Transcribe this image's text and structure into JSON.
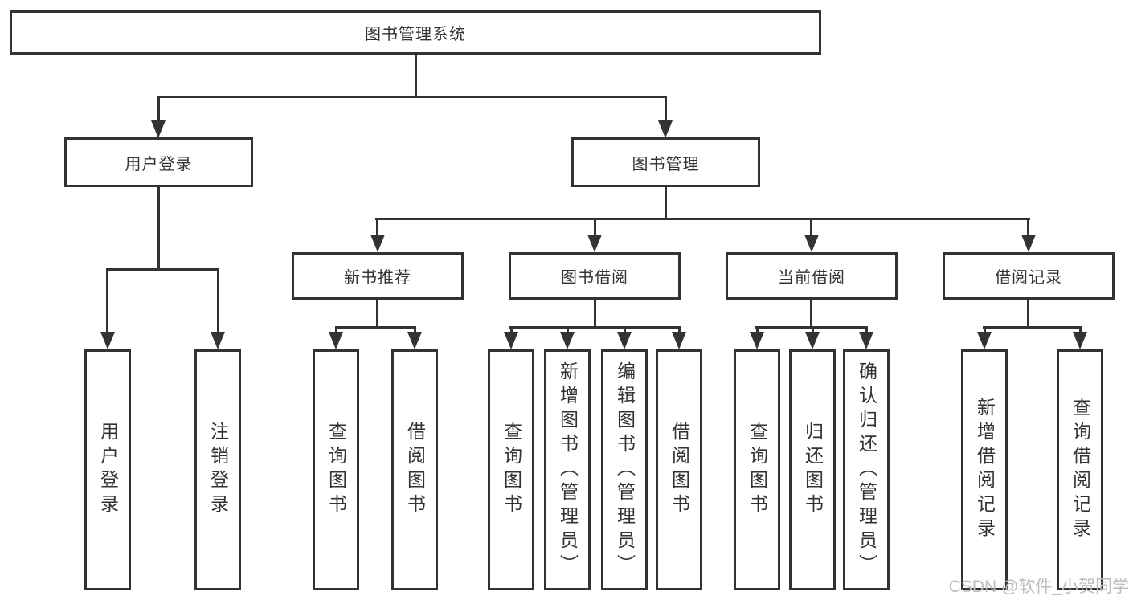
{
  "tree": {
    "root": {
      "label": "图书管理系统"
    },
    "branches": [
      {
        "label": "用户登录",
        "leaves": [
          {
            "label": "用户登录"
          },
          {
            "label": "注销登录"
          }
        ]
      },
      {
        "label": "图书管理",
        "groups": [
          {
            "label": "新书推荐",
            "leaves": [
              {
                "label": "查询图书"
              },
              {
                "label": "借阅图书"
              }
            ]
          },
          {
            "label": "图书借阅",
            "leaves": [
              {
                "label": "查询图书"
              },
              {
                "label": "新增图书（管理员）"
              },
              {
                "label": "编辑图书（管理员）"
              },
              {
                "label": "借阅图书"
              }
            ]
          },
          {
            "label": "当前借阅",
            "leaves": [
              {
                "label": "查询图书"
              },
              {
                "label": "归还图书"
              },
              {
                "label": "确认归还（管理员）"
              }
            ]
          },
          {
            "label": "借阅记录",
            "leaves": [
              {
                "label": "新增借阅记录"
              },
              {
                "label": "查询借阅记录"
              }
            ]
          }
        ]
      }
    ]
  },
  "watermark": {
    "text": "CSDN @软件_小贺同学"
  },
  "colors": {
    "line": "#333333",
    "text": "#333333",
    "watermark": "#bdbdbd"
  }
}
